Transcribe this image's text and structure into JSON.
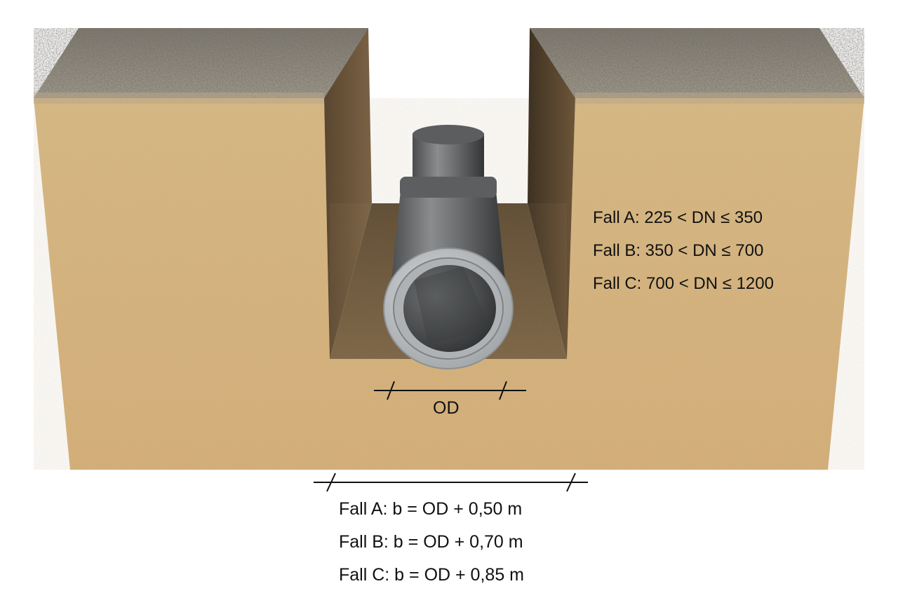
{
  "diagram": {
    "od_label": "OD",
    "dn_ranges": [
      {
        "text": "Fall A: 225 < DN ≤  350"
      },
      {
        "text": "Fall B: 350 < DN ≤  700"
      },
      {
        "text": "Fall C: 700 < DN ≤  1200"
      }
    ],
    "width_formulas": [
      {
        "text": "Fall A: b = OD + 0,50 m"
      },
      {
        "text": "Fall B: b = OD + 0,70 m"
      },
      {
        "text": "Fall C: b = OD + 0,85 m"
      }
    ],
    "colors": {
      "soil": "#d9b67f",
      "gravel": "#8a8478",
      "trench_shadow": "#5e4a30",
      "pipe": "#7d7f81",
      "pipe_rim": "#b9bcbf",
      "text": "#111111"
    }
  }
}
